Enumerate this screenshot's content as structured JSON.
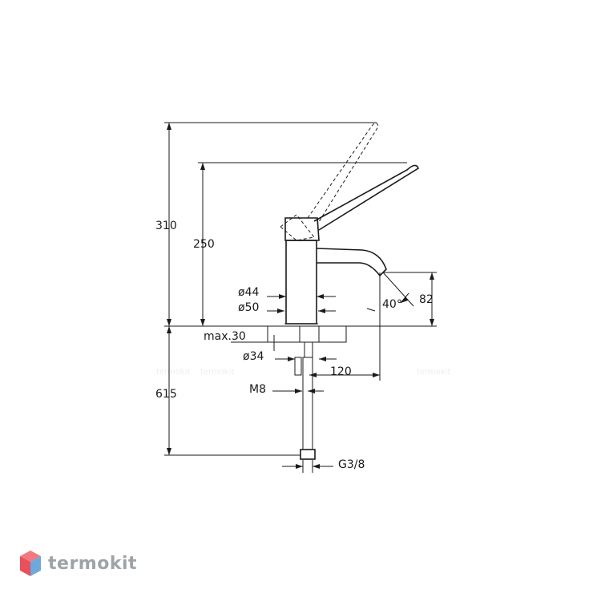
{
  "dimensions": {
    "h310": "310",
    "h250": "250",
    "d44": "ø44",
    "d50": "ø50",
    "angle40": "40°",
    "h82": "82",
    "max30": "max.30",
    "d34": "ø34",
    "w120": "120",
    "h615": "615",
    "m8": "M8",
    "g38": "G3/8"
  },
  "watermarks": [
    "termokit",
    "termokit",
    "termokit"
  ],
  "brand": {
    "name": "termokit"
  },
  "colors": {
    "line": "#1a1a1a",
    "logo_red": "#e8505b",
    "logo_blue": "#6fa8dc",
    "brand_text": "#9ea3a8"
  }
}
